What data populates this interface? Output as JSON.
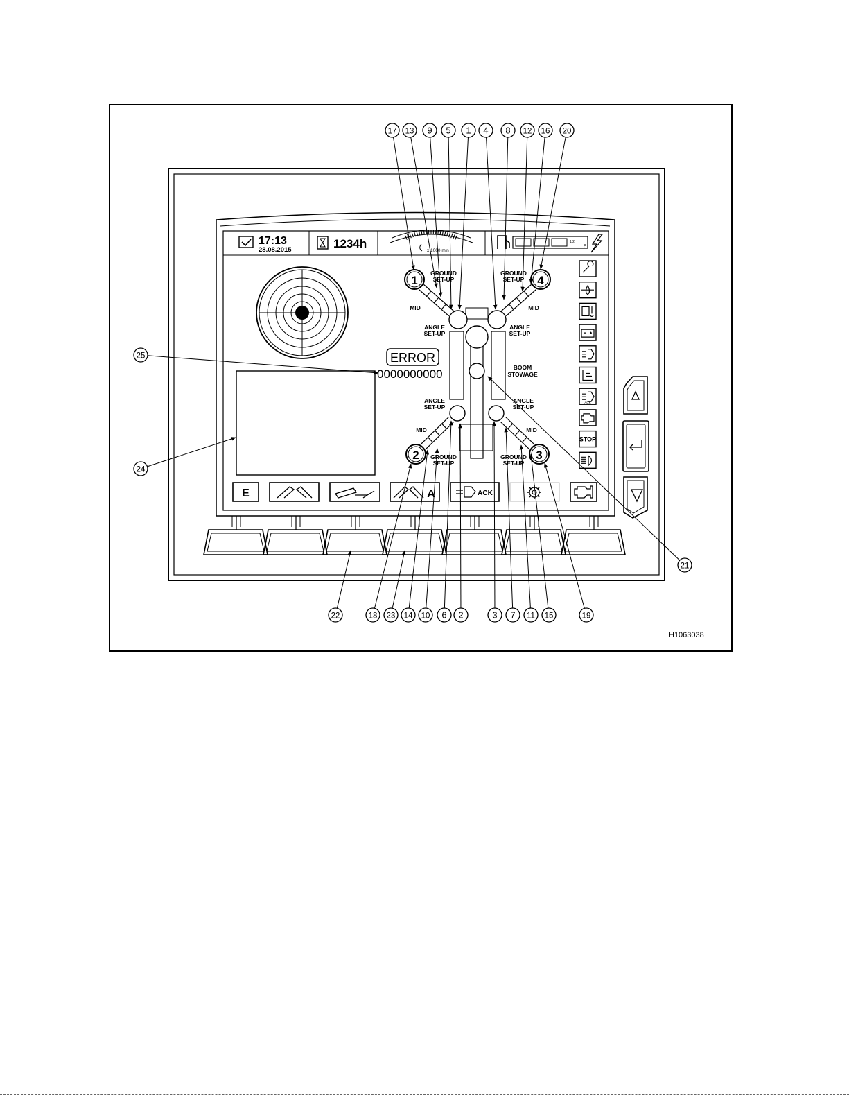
{
  "figure_id": "H1063038",
  "status_bar": {
    "time": "17:13",
    "date": "28.08.2015",
    "hours": "1234h",
    "rpm_unit": "x 1000 min",
    "fuel_letter": "F",
    "fuel_ticks": "1/2"
  },
  "outriggers": {
    "labels": {
      "ground_1": "GROUND",
      "ground_2": "SET-UP",
      "mid": "MID",
      "angle_1": "ANGLE",
      "angle_2": "SET-UP",
      "boom_1": "BOOM",
      "boom_2": "STOWAGE"
    },
    "numbers": [
      "1",
      "2",
      "3",
      "4"
    ]
  },
  "error": {
    "label": "ERROR",
    "code": "0000000000"
  },
  "softkeys": {
    "e_label": "E",
    "auto_label": "A",
    "ack_label": "ACK"
  },
  "right_icons": {
    "stop_label": "STOP",
    "ack_small": "ACK",
    "items": [
      "wrench-icon",
      "oil-pressure-icon",
      "coolant-temp-icon",
      "battery-icon",
      "preheat-icon",
      "exhaust-temp-icon",
      "regen-ack-icon",
      "engine-icon",
      "stop-icon",
      "headlight-icon"
    ]
  },
  "callouts": {
    "top": [
      "17",
      "13",
      "9",
      "5",
      "1",
      "4",
      "8",
      "12",
      "16",
      "20"
    ],
    "bottom": [
      "22",
      "18",
      "23",
      "14",
      "10",
      "6",
      "2",
      "3",
      "7",
      "11",
      "15",
      "19"
    ],
    "left_upper": "25",
    "left_lower": "24",
    "right": "21"
  }
}
